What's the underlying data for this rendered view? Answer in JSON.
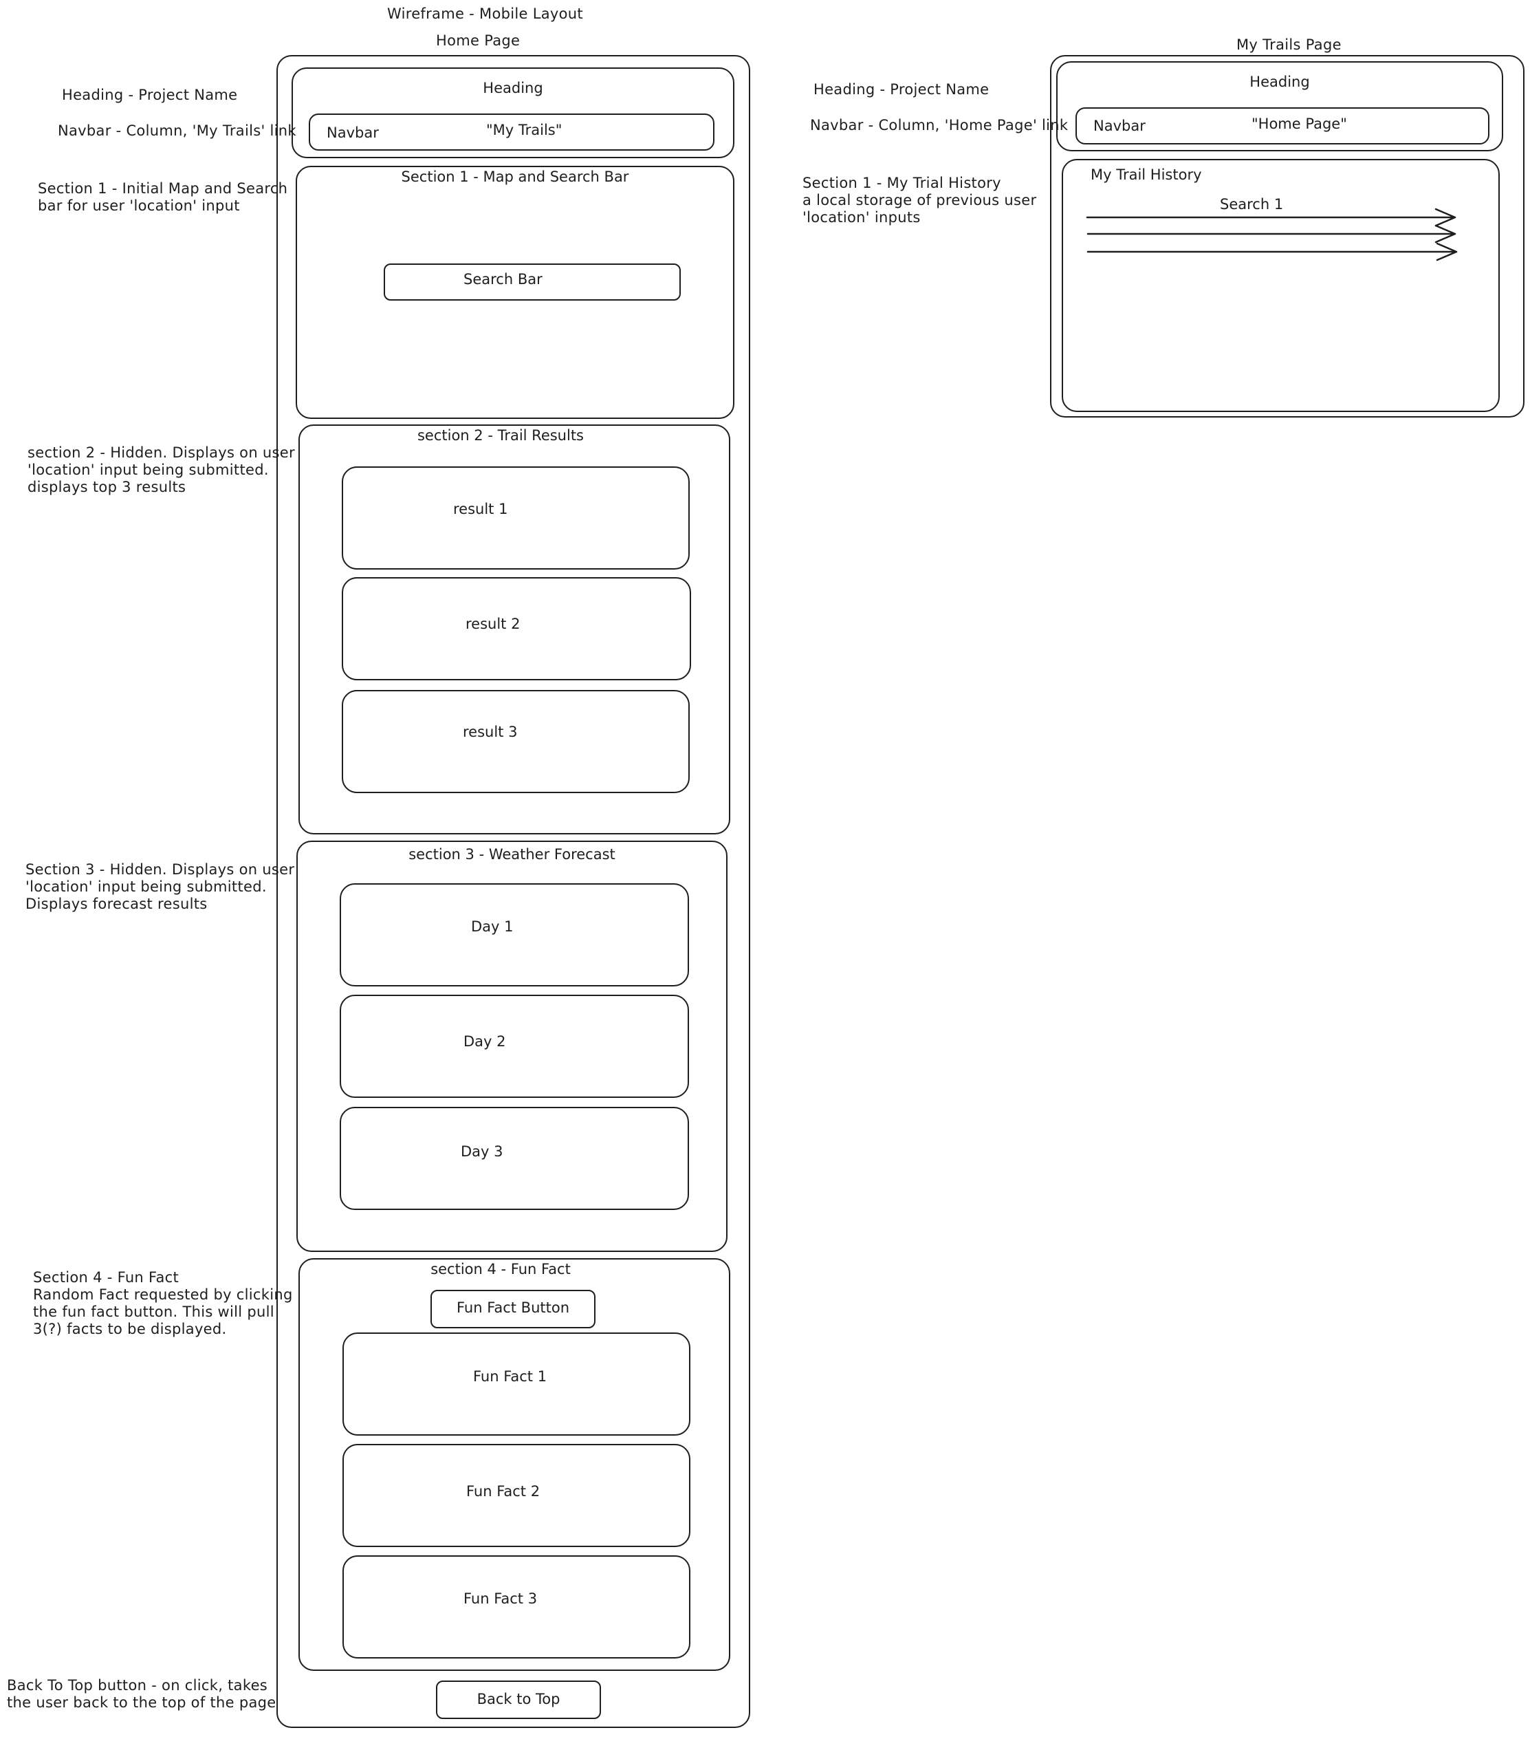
{
  "title": "Wireframe - Mobile Layout",
  "home": {
    "title": "Home Page",
    "heading_label": "Heading",
    "navbar_label": "Navbar",
    "navbar_link": "\"My Trails\"",
    "section1": {
      "title": "Section 1 - Map and Search Bar",
      "search_label": "Search Bar"
    },
    "section2": {
      "title": "section 2 - Trail Results",
      "items": [
        "result 1",
        "result 2",
        "result 3"
      ]
    },
    "section3": {
      "title": "section 3 - Weather Forecast",
      "items": [
        "Day 1",
        "Day 2",
        "Day 3"
      ]
    },
    "section4": {
      "title": "section 4 - Fun Fact",
      "button": "Fun Fact Button",
      "items": [
        "Fun Fact 1",
        "Fun Fact 2",
        "Fun Fact 3"
      ]
    },
    "back_to_top": "Back to Top"
  },
  "annotations": {
    "heading": "Heading - Project Name",
    "navbar": "Navbar - Column, 'My Trails' link",
    "section1": "Section 1 - Initial Map and Search\nbar for user 'location' input",
    "section2": "section 2 - Hidden. Displays on user\n'location' input being submitted.\ndisplays top 3 results",
    "section3": "Section 3 - Hidden. Displays on user\n'location' input being submitted.\nDisplays forecast results",
    "section4": "Section 4 - Fun Fact\nRandom Fact requested by clicking\nthe fun fact button. This will pull\n3(?) facts to be displayed.",
    "back_to_top": "Back To Top button - on click, takes\nthe user back to the top of the page"
  },
  "trails": {
    "title": "My Trails Page",
    "heading_label": "Heading",
    "navbar_label": "Navbar",
    "navbar_link": "\"Home Page\"",
    "history_title": "My Trail History",
    "search_item": "Search 1",
    "annotations": {
      "heading": "Heading - Project Name",
      "navbar": "Navbar - Column, 'Home Page' link",
      "section1": "Section 1 - My Trial History\na local storage of previous user\n'location' inputs"
    }
  }
}
